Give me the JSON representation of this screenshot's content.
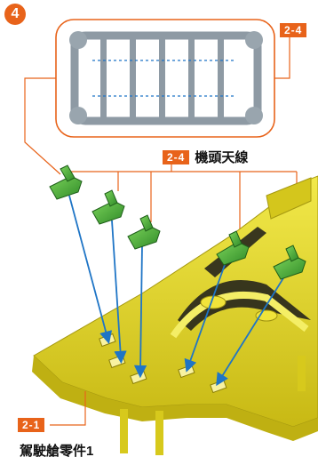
{
  "step": {
    "number": "4"
  },
  "parts": {
    "antenna_frame_code": "2-4",
    "antenna_code": "2-4",
    "antenna_name": "機頭天線",
    "cockpit_code": "2-1",
    "cockpit_name": "駕駛艙零件1"
  },
  "colors": {
    "accent": "#e8631a",
    "sprue_gray": "#8e9aa4",
    "part_green": "#3fa535",
    "hull_yellow": "#e3d628",
    "arrow_blue": "#1f75c6"
  },
  "icons": [
    "step-number-icon"
  ]
}
